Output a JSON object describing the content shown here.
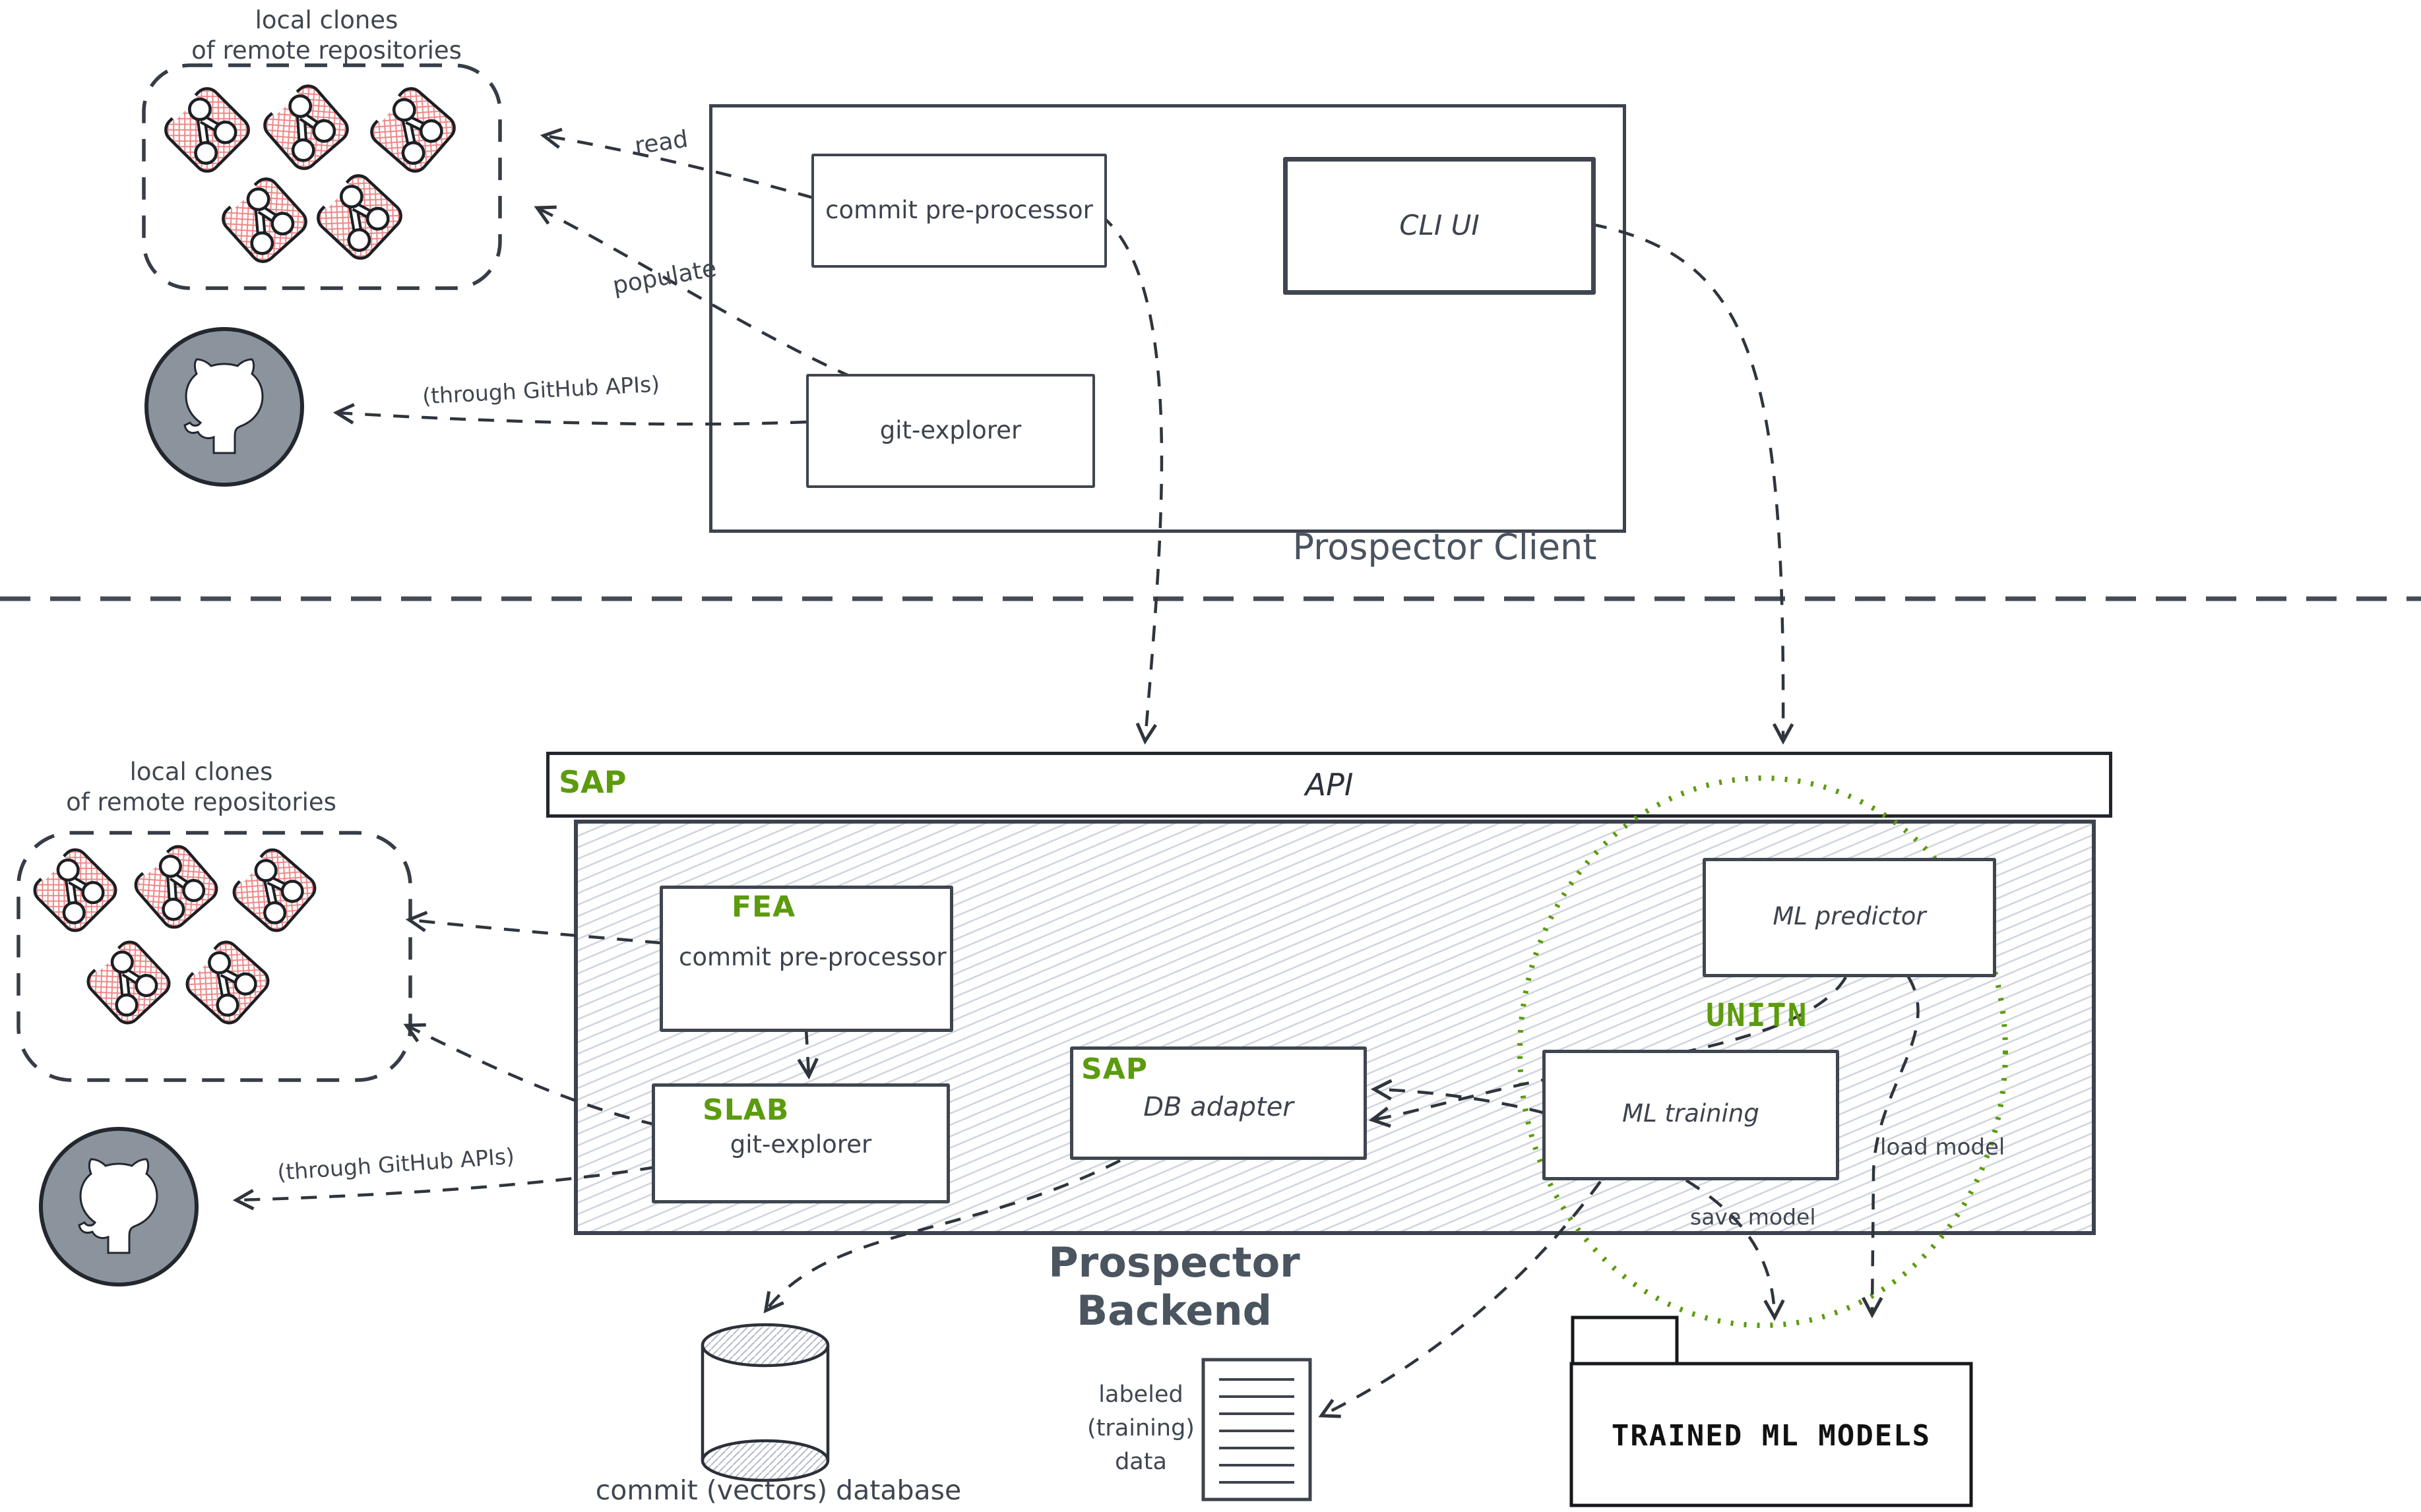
{
  "colors": {
    "ink": "#3d434e",
    "accent_green": "#5c9b0e",
    "repo_red": "#ee7a7a",
    "github_gray": "#8b949d",
    "hatch_gray": "#cfd5de"
  },
  "client": {
    "title": "Prospector Client",
    "commit_preprocessor": "commit pre-processor",
    "cli_ui": "CLI UI",
    "git_explorer": "git-explorer"
  },
  "backend": {
    "title": "Prospector Backend",
    "api": {
      "tag": "SAP",
      "label": "API"
    },
    "fea": {
      "tag": "FEA",
      "label": "commit pre-processor"
    },
    "slab": {
      "tag": "SLAB",
      "label": "git-explorer"
    },
    "db_adapter": {
      "tag": "SAP",
      "label": "DB adapter"
    },
    "ml_predictor": "ML predictor",
    "ml_training": "ML training",
    "unitn": "UNITN"
  },
  "repos_top": {
    "line1": "local clones",
    "line2": "of remote repositories"
  },
  "repos_bottom": {
    "line1": "local clones",
    "line2": "of remote repositories"
  },
  "arrows": {
    "read": "read",
    "populate": "populate",
    "through_github_top": "(through GitHub APIs)",
    "through_github_bottom": "(through GitHub APIs)",
    "save_model": "save model",
    "load_model": "load model"
  },
  "artifacts": {
    "trained_models": "TRAINED ML MODELS",
    "commit_database": "commit (vectors) database",
    "labeled_data": {
      "line1": "labeled",
      "line2": "(training)",
      "line3": "data"
    }
  }
}
